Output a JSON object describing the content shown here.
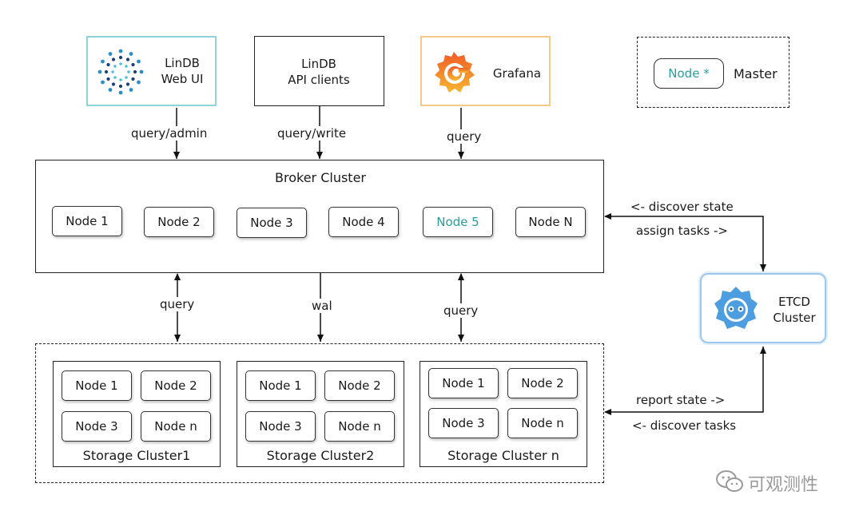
{
  "clients": {
    "webui": {
      "line1": "LinDB",
      "line2": "Web UI",
      "label": "query/admin",
      "border_color": "#8fd3d6"
    },
    "api": {
      "line1": "LinDB",
      "line2": "API clients",
      "label": "query/write"
    },
    "grafana": {
      "name": "Grafana",
      "label": "query",
      "border_color": "#f5c98a"
    }
  },
  "legend": {
    "node_label": "Node *",
    "master_label": "Master",
    "accent": "#2a9d9d"
  },
  "broker": {
    "title": "Broker Cluster",
    "nodes": [
      "Node 1",
      "Node 2",
      "Node 3",
      "Node 4",
      "Node 5",
      "Node N"
    ],
    "master_node": "Node 5"
  },
  "links": {
    "query_left": "query",
    "wal": "wal",
    "query_right": "query"
  },
  "etcd": {
    "line1": "ETCD",
    "line2": "Cluster",
    "color": "#4d9ee0",
    "discover_state": "<- discover state",
    "assign_tasks": "assign tasks ->",
    "report_state": "report state ->",
    "discover_tasks": "<- discover tasks"
  },
  "storage": [
    {
      "title": "Storage Cluster1",
      "nodes": [
        "Node 1",
        "Node 2",
        "Node 3",
        "Node n"
      ]
    },
    {
      "title": "Storage Cluster2",
      "nodes": [
        "Node 1",
        "Node 2",
        "Node 3",
        "Node n"
      ]
    },
    {
      "title": "Storage Cluster n",
      "nodes": [
        "Node 1",
        "Node 2",
        "Node 3",
        "Node n"
      ]
    }
  ],
  "watermark": "可观测性"
}
